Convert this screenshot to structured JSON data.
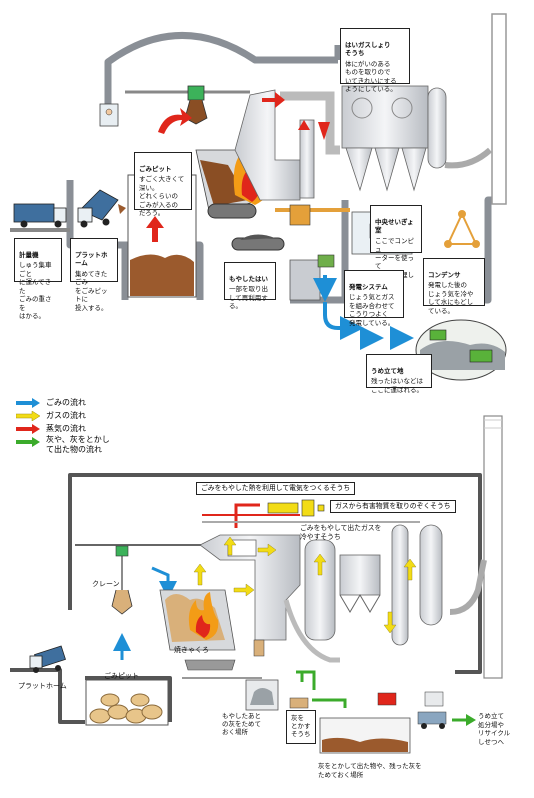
{
  "top": {
    "notes": {
      "weighing": {
        "title": "計量機",
        "body": "しゅう集車ごと\nに運んできた\nごみの重さを\nはかる。"
      },
      "platform": {
        "title": "プラットホーム",
        "body": "集めてきたごみ\nをごみピットに\n投入する。"
      },
      "pit": {
        "title": "ごみピット",
        "body": "すごく大きくて\n深い。\nどれくらいの\nごみが入るの\nだろう。"
      },
      "ash": {
        "title": "もやしたはい",
        "body": "一部を取り出\nして再利用する。"
      },
      "exhaust": {
        "title": "はいガスしょり\nそうち",
        "body": "体にがいのある\nものを取りので\nいてきれいにする\nようにしている。"
      },
      "control": {
        "title": "中央せいぎょ室",
        "body": "ここでコンピュ\nーターを使って\n工場を管理して\nいる。"
      },
      "condenser": {
        "title": "コンデンサ",
        "body": "発電した後の\nじょう気を冷や\nして水にもどし\nている。"
      },
      "power": {
        "title": "発電システム",
        "body": "じょう気とガス\nを組み合わせて\nこうりつよく\n発電している。"
      },
      "landfill": {
        "title": "うめ立て地",
        "body": "残ったはいなどは\nここに運ばれる。"
      }
    }
  },
  "legend": [
    {
      "label": "ごみの流れ",
      "color": "#1e8fd6"
    },
    {
      "label": "ガスの流れ",
      "color": "#f2dc16"
    },
    {
      "label": "蒸気の流れ",
      "color": "#e0261b"
    },
    {
      "label": "灰や、灰をとかし\nて出た物の流れ",
      "color": "#3bab2b"
    }
  ],
  "bottom": {
    "labels": {
      "power_title": "ごみをもやした熱を利用して電気をつくるそうち",
      "gas_title": "ガスから有害物質を取りのぞくそうち",
      "cool_title": "ごみをもやして出たガスを\n冷やすそうち",
      "crane": "クレーン",
      "furnace": "焼きゃくろ",
      "platform": "プラットホーム",
      "pit": "ごみピット",
      "ash_store": "もやしたあと\nの灰をためて\nおく場所",
      "melt": "灰を\nとかす\nそうち",
      "melt_store": "灰をとかして出た物や、残った灰を\nためておく場所",
      "landfill": "うめ立て\n処分場や\nリサイクル\nしせつへ"
    }
  }
}
